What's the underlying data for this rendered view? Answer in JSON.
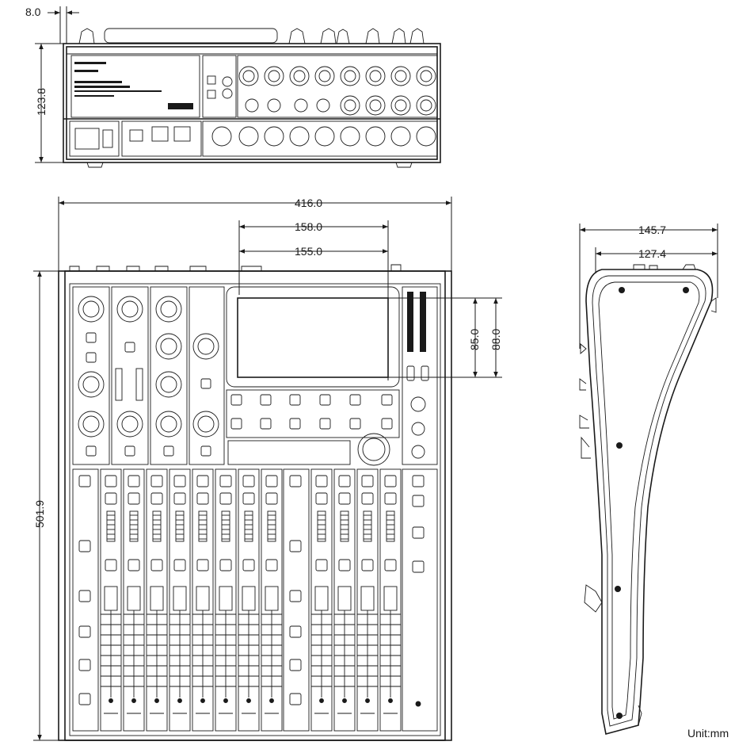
{
  "dimensions": {
    "rear_depth_offset": "8.0",
    "rear_height": "123.8",
    "width": "416.0",
    "display_outer_width": "158.0",
    "display_inner_width": "155.0",
    "display_inner_height": "85.0",
    "display_outer_height": "88.0",
    "depth": "501.9",
    "side_depth_outer": "145.7",
    "side_depth_inner": "127.4"
  },
  "unit_label": "Unit:mm",
  "colors": {
    "line": "#1a1a1a",
    "background": "#ffffff"
  }
}
